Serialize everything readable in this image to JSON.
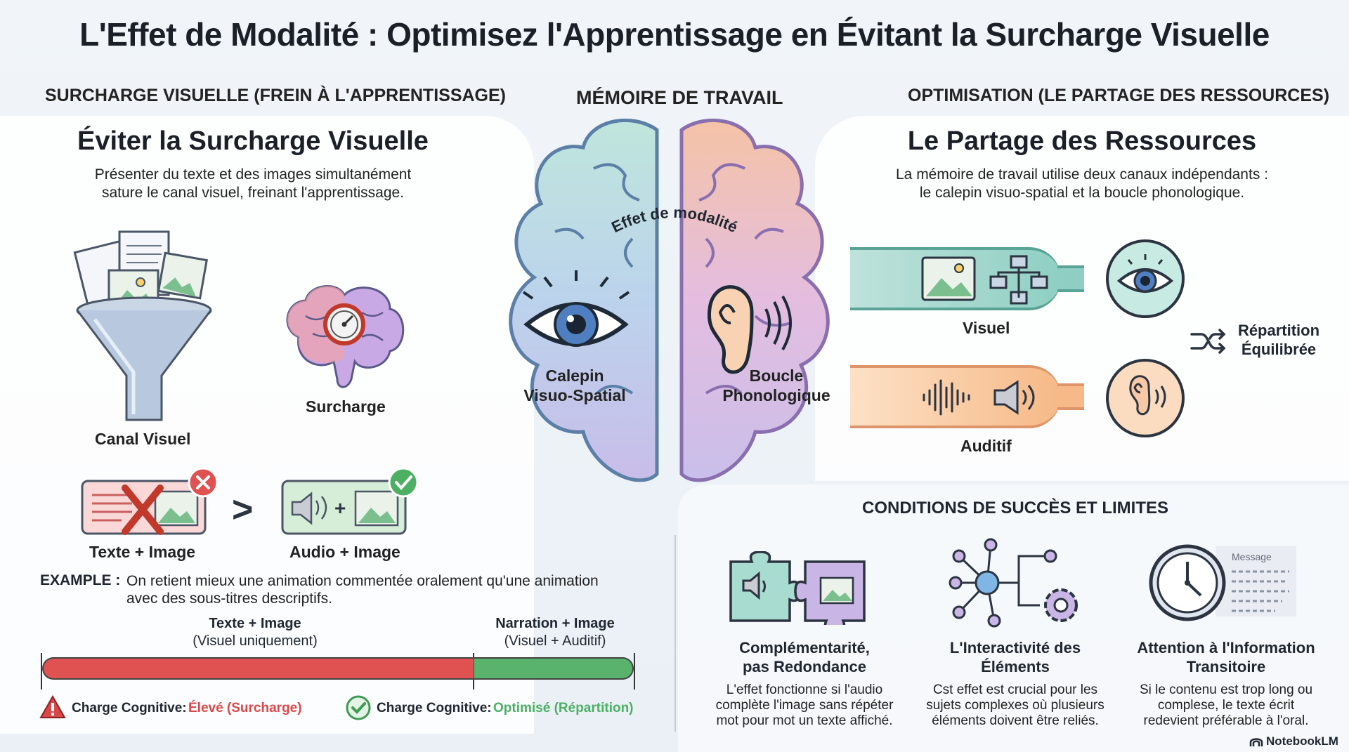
{
  "title": "L'Effet de Modalité : Optimisez l'Apprentissage en Évitant la Surcharge Visuelle",
  "left": {
    "section_header": "SURCHARGE VISUELLE (FREIN À L'APPRENTISSAGE)",
    "heading": "Éviter la Surcharge Visuelle",
    "desc_line1": "Présenter du texte et des images simultanément",
    "desc_line2": "sature le canal visuel, freinant l'apprentissage.",
    "funnel_label": "Canal Visuel",
    "brain_label": "Surcharge",
    "compare": {
      "bad_label": "Texte + Image",
      "good_label": "Audio + Image",
      "operator": ">"
    },
    "example": {
      "prefix": "EXAMPLE :",
      "line1": "On retient mieux une animation commentée oralement qu'une animation",
      "line2": "avec des sous-titres descriptifs."
    },
    "bar": {
      "left_title": "Texte + Image",
      "left_sub": "(Visuel uniquement)",
      "right_title": "Narration + Image",
      "right_sub": "(Visuel + Auditif)",
      "high_prefix": "Charge Cognitive:",
      "high_value": "Élevé (Surcharge)",
      "opt_prefix": "Charge Cognitive:",
      "opt_value": "Optimisé (Répartition)"
    }
  },
  "center": {
    "section_header": "MÉMOIRE DE TRAVAIL",
    "arc_label": "Effet de modalité",
    "left_lobe_line1": "Calepin",
    "left_lobe_line2": "Visuo-Spatial",
    "right_lobe_line1": "Boucle",
    "right_lobe_line2": "Phonologique"
  },
  "right": {
    "section_header": "OPTIMISATION (LE PARTAGE DES RESSOURCES)",
    "heading": "Le Partage des Ressources",
    "desc_line1": "La mémoire de travail utilise deux canaux indépendants :",
    "desc_line2": "le calepin visuo-spatial et la boucle phonologique.",
    "visual_label": "Visuel",
    "audio_label": "Auditif",
    "balance_line1": "Répartition",
    "balance_line2": "Équilibrée"
  },
  "conditions": {
    "header": "CONDITIONS DE SUCCÈS ET LIMITES",
    "items": [
      {
        "title_line1": "Complémentarité,",
        "title_line2": "pas Redondance",
        "text_line1": "L'effet fonctionne si l'audio",
        "text_line2": "complète l'image sans répéter",
        "text_line3": "mot pour mot un texte affiché."
      },
      {
        "title_line1": "L'Interactivité des",
        "title_line2": "Éléments",
        "text_line1": "Cst effet est crucial pour les",
        "text_line2": "sujets complexes où plusieurs",
        "text_line3": "éléments doivent être reliés."
      },
      {
        "title_line1": "Attention à l'Information",
        "title_line2": "Transitoire",
        "text_line1": "Si le contenu est trop long ou",
        "text_line2": "complese, le texte écrit",
        "text_line3": "redevient préférable à l'oral.",
        "icon_text": "Message"
      }
    ]
  },
  "brand": "NotebookLM",
  "colors": {
    "red": "#e05252",
    "green": "#59b36d",
    "teal": "#7fc4b8",
    "orange": "#f2a46e",
    "purple": "#a98fd0",
    "blue": "#5a88c4"
  }
}
